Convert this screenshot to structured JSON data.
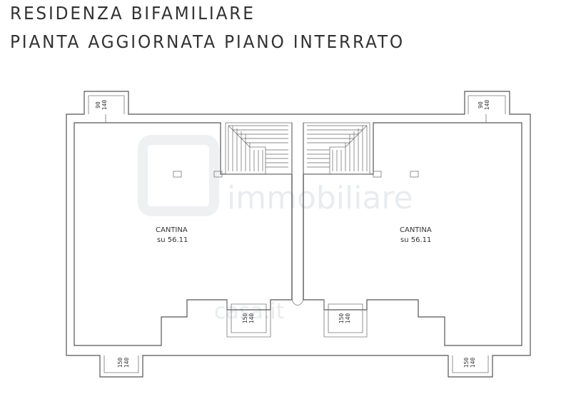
{
  "header": {
    "title_line1": "RESIDENZA BIFAMILIARE",
    "title_line2": "PIANTA AGGIORNATA PIANO INTERRATO"
  },
  "rooms": [
    {
      "name": "CANTINA",
      "area": "su 56.11"
    },
    {
      "name": "CANTINA",
      "area": "su 56.11"
    }
  ],
  "windows": {
    "top_left": {
      "width": "90",
      "height": "140"
    },
    "top_right": {
      "width": "90",
      "height": "140"
    },
    "mid_left": {
      "width": "150",
      "height": "140"
    },
    "mid_right": {
      "width": "150",
      "height": "140"
    },
    "bot_left": {
      "width": "150",
      "height": "140"
    },
    "bot_right": {
      "width": "150",
      "height": "140"
    }
  },
  "watermark": {
    "text1": "immobiliare",
    "text2": "casa.it"
  }
}
